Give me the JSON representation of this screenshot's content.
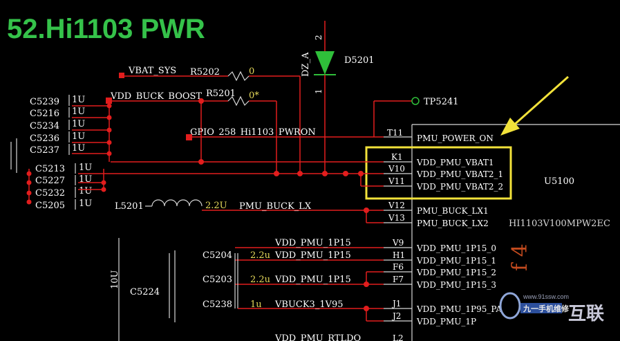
{
  "title": "52.Hi1103 PWR",
  "nets": {
    "vbat_sys": "VBAT_SYS",
    "vdd_buck_boost": "VDD_BUCK_BOOST",
    "gpio_pwron": "GPIO_258_Hi1103_PWRON",
    "pmu_buck_lx": "PMU_BUCK_LX",
    "vdd_pmu_1p15_a": "VDD_PMU_1P15",
    "vdd_pmu_1p15_b": "VDD_PMU_1P15",
    "vdd_pmu_1p15_c": "VDD_PMU_1P15",
    "vbuck3_1v95": "VBUCK3_1V95",
    "vdd_pmu_rtldo": "VDD_PMU_RTLDO",
    "dz_a": "DZ_A"
  },
  "parts": {
    "r5202": {
      "ref": "R5202",
      "value": "0"
    },
    "r5201": {
      "ref": "R5201",
      "value": "0*"
    },
    "d5201": {
      "ref": "D5201",
      "pin_top": "2",
      "pin_bottom": "1"
    },
    "tp5241": {
      "ref": "TP5241"
    },
    "l5201": {
      "ref": "L5201",
      "value": "2.2U"
    },
    "c5224": {
      "ref": "C5224",
      "value": "10U"
    },
    "c5204": {
      "ref": "C5204",
      "value": "2.2u"
    },
    "c5203": {
      "ref": "C5203",
      "value": "2.2u"
    },
    "c5238": {
      "ref": "C5238",
      "value": "1u"
    },
    "u5100": {
      "ref": "U5100",
      "part": "HI1103V100MPW2EC"
    }
  },
  "caps_left_top": [
    {
      "ref": "C5239",
      "value": "1U"
    },
    {
      "ref": "C5216",
      "value": "1U"
    },
    {
      "ref": "C5234",
      "value": "1U"
    },
    {
      "ref": "C5236",
      "value": "1U"
    },
    {
      "ref": "C5237",
      "value": "1U"
    }
  ],
  "caps_left_bottom": [
    {
      "ref": "C5213",
      "value": "1U"
    },
    {
      "ref": "C5227",
      "value": "1U"
    },
    {
      "ref": "C5232",
      "value": "1U"
    },
    {
      "ref": "C5205",
      "value": "1U"
    }
  ],
  "pins": [
    {
      "num": "T11",
      "name": "PMU_POWER_ON"
    },
    {
      "num": "K1",
      "name": "VDD_PMU_VBAT1"
    },
    {
      "num": "V10",
      "name": "VDD_PMU_VBAT2_1"
    },
    {
      "num": "V11",
      "name": "VDD_PMU_VBAT2_2"
    },
    {
      "num": "V12",
      "name": "PMU_BUCK_LX1"
    },
    {
      "num": "V13",
      "name": "PMU_BUCK_LX2"
    },
    {
      "num": "V9",
      "name": "VDD_PMU_1P15_0"
    },
    {
      "num": "H1",
      "name": "VDD_PMU_1P15_1"
    },
    {
      "num": "F6",
      "name": "VDD_PMU_1P15_2"
    },
    {
      "num": "F7",
      "name": "VDD_PMU_1P15_3"
    },
    {
      "num": "J1",
      "name": "VDD_PMU_1P95_PA"
    },
    {
      "num": "J2",
      "name": "VDD_PMU_1P"
    },
    {
      "num": "L2",
      "name": ""
    }
  ],
  "watermark": {
    "site": "九一手机维修",
    "logo_text": "互联",
    "url": "www.91ssw.com"
  },
  "colors": {
    "wire": "#e21d1d",
    "title": "#35c24a",
    "highlight": "#f2e23a",
    "arrow": "#f2e23a",
    "diode": "#2fbf3a"
  }
}
